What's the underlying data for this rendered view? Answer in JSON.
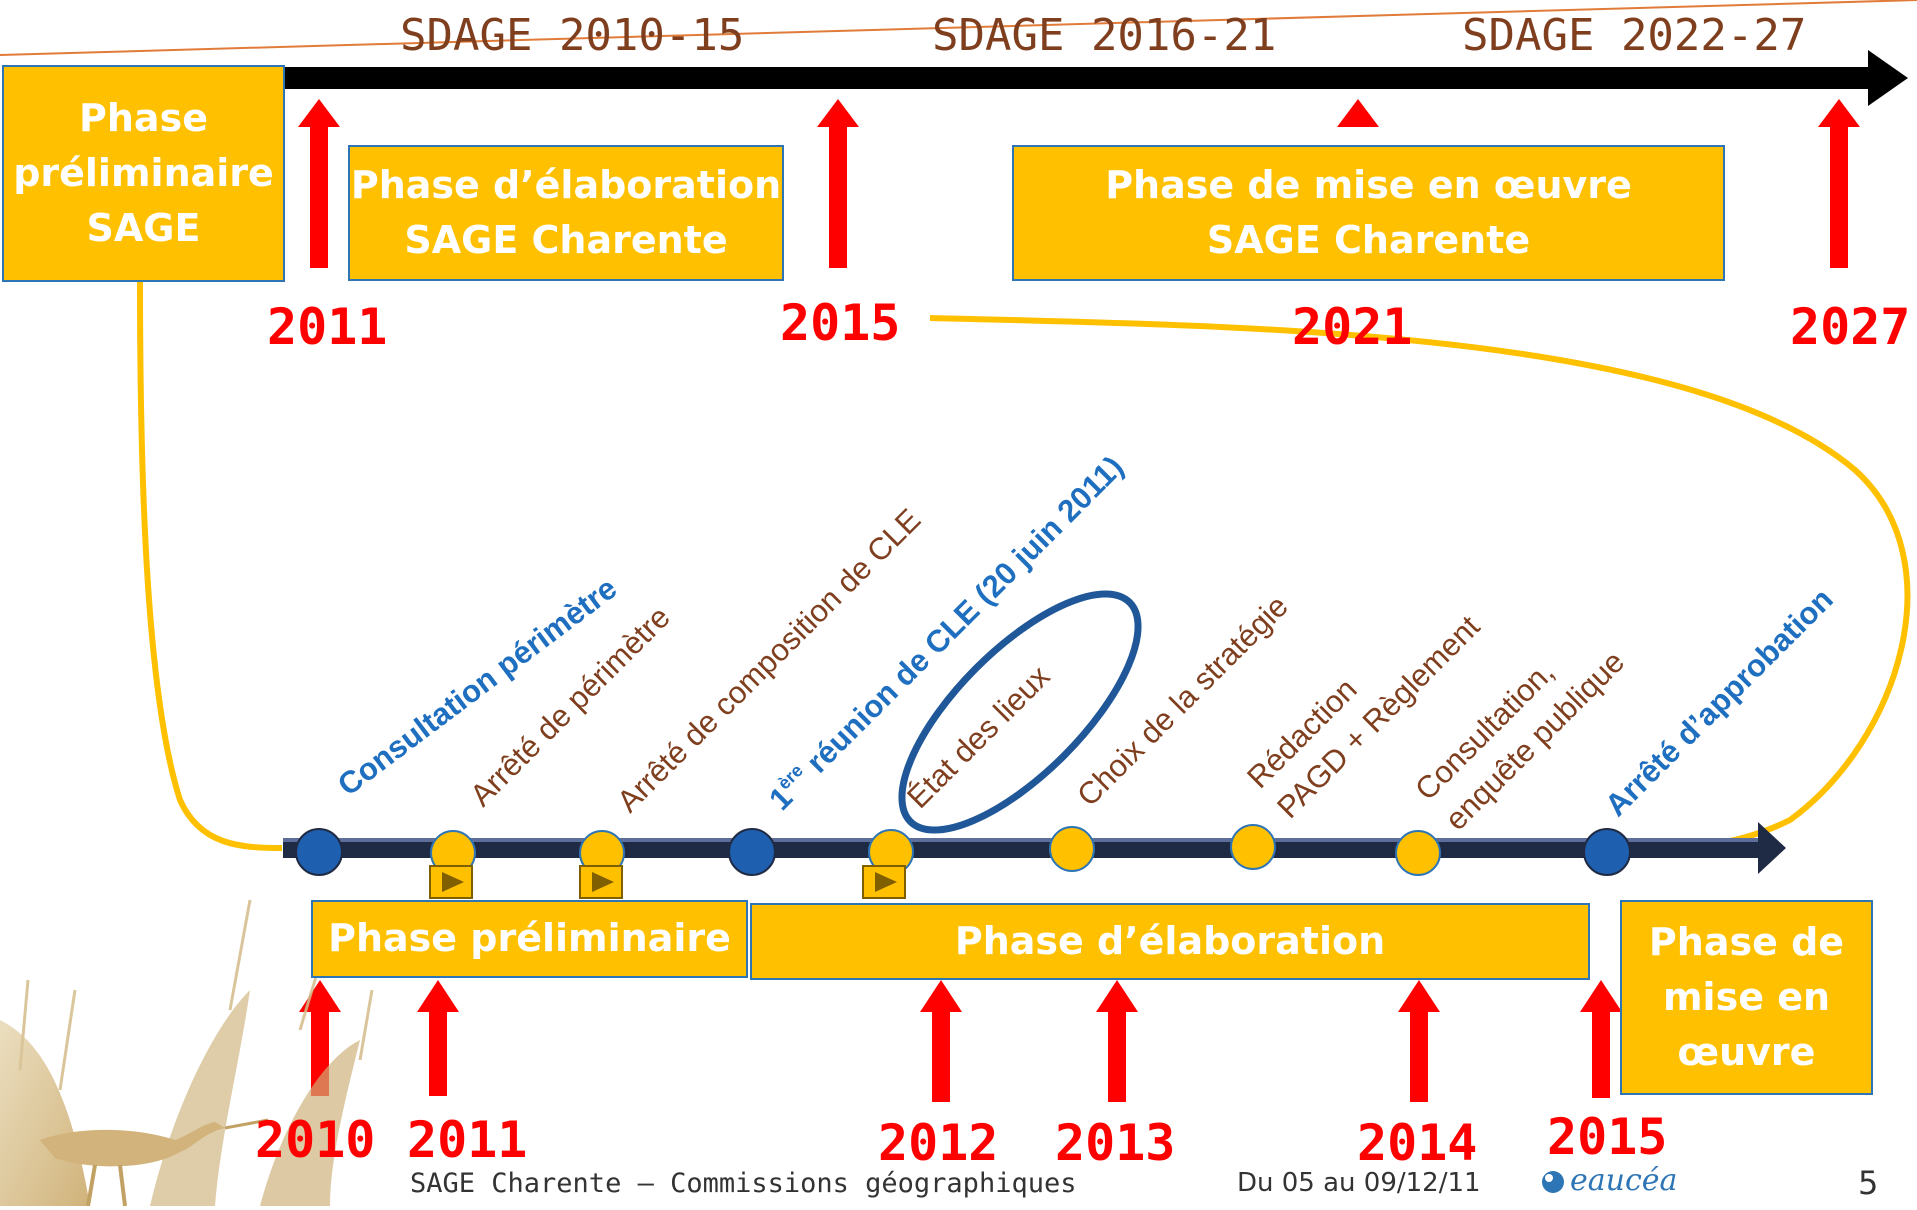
{
  "top_periods": [
    "SDAGE 2010-15",
    "SDAGE 2016-21",
    "SDAGE 2022-27"
  ],
  "top_boxes": {
    "preliminaire": "Phase\npréliminaire\nSAGE",
    "elaboration": "Phase d’élaboration\nSAGE Charente",
    "mise_en_oeuvre": "Phase de mise en œuvre\nSAGE Charente"
  },
  "top_years": [
    "2011",
    "2015",
    "2021",
    "2027"
  ],
  "milestones": {
    "consultation_perimetre": "Consultation périmètre",
    "arrete_perimetre": "Arrêté de périmètre",
    "arrete_composition": "Arrêté de composition de  CLE",
    "reunion_sup": "ère",
    "reunion_num": "1",
    "reunion_rest": " réunion de CLE (20 juin 2011)",
    "etat_des_lieux": "État des lieux",
    "choix_strategie": "Choix de la stratégie",
    "redaction_1": "Rédaction",
    "redaction_2": "PAGD + Règlement",
    "consultation_1": "Consultation,",
    "consultation_2": "enquête publique",
    "arrete_approbation": "Arrêté d’approbation"
  },
  "bottom_boxes": {
    "preliminaire": "Phase préliminaire",
    "elaboration": "Phase d’élaboration",
    "mise_en_oeuvre": "Phase de\nmise en\nœuvre"
  },
  "bottom_years": [
    "2010",
    "2011",
    "2012",
    "2013",
    "2014",
    "2015"
  ],
  "footer": {
    "title": "SAGE Charente – Commissions géographiques",
    "dates": "Du 05 au 09/12/11",
    "logo": "eaucéa",
    "page": "5"
  },
  "colors": {
    "box_fill": "#FFC000",
    "box_border": "#2E75B6",
    "arrow_red": "#FF0000",
    "year_red": "#FF0000",
    "period_brown": "#7F3F1E",
    "blue_text": "#1F6FC0",
    "brown_text": "#7F3F1E",
    "dot_blue": "#1F5FB0",
    "ellipse_blue": "#1F5799",
    "connector": "#FFC000"
  },
  "icons": [
    "play-icon",
    "bird-illustration",
    "eaucea-logo"
  ]
}
